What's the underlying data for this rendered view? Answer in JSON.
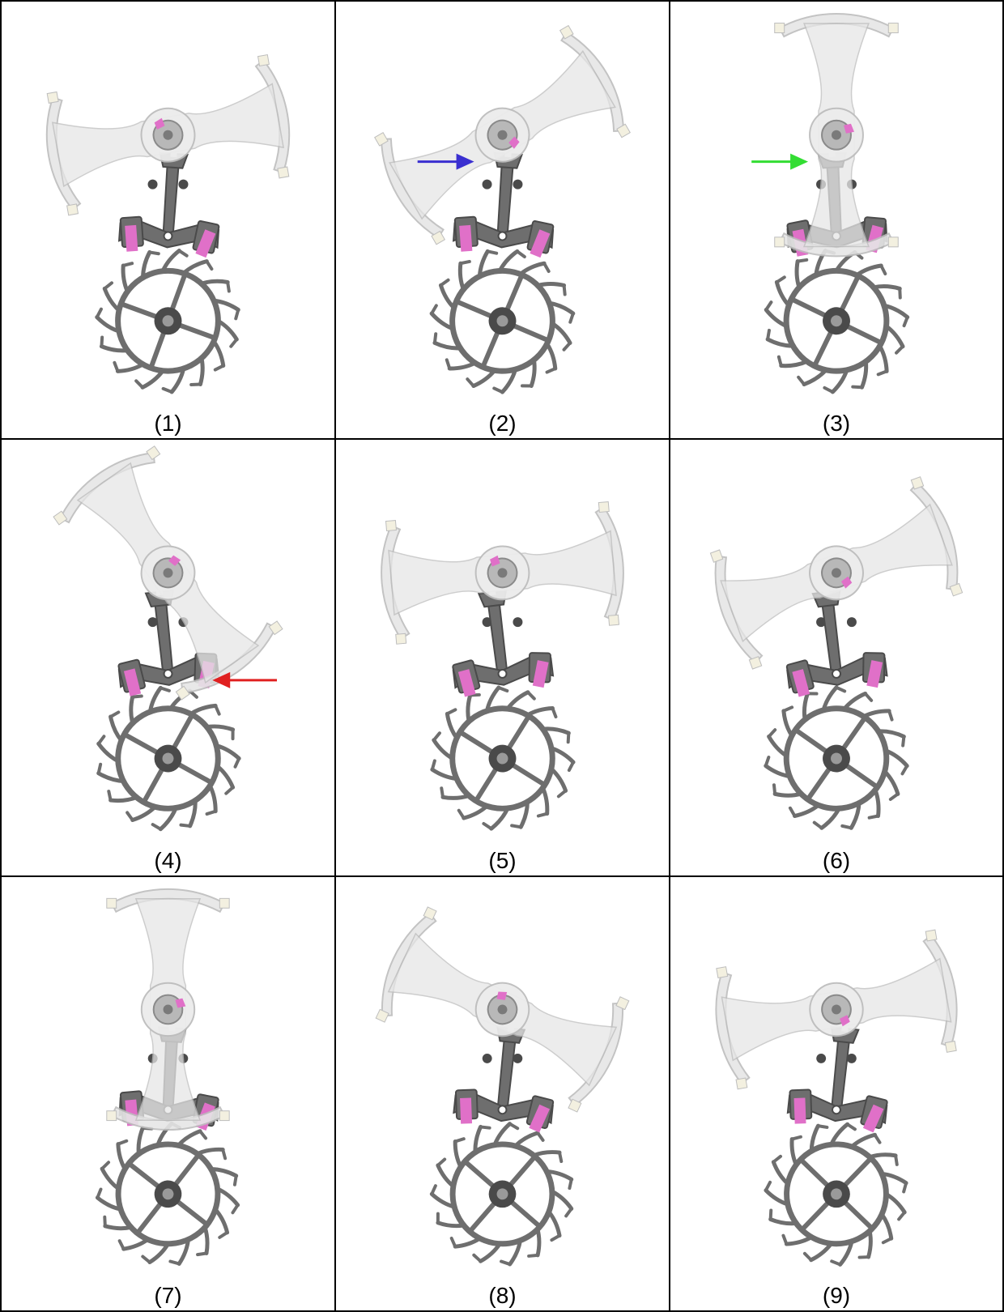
{
  "panels": [
    {
      "label": "(1)",
      "balance_angle": -10,
      "pallet_tilt": 4,
      "wheel_rot": 0,
      "arrow": null
    },
    {
      "label": "(2)",
      "balance_angle": 150,
      "pallet_tilt": 4,
      "wheel_rot": 3,
      "arrow": {
        "color": "#3a2fd0",
        "direction": "right"
      }
    },
    {
      "label": "(3)",
      "balance_angle": 90,
      "pallet_tilt": -3,
      "wheel_rot": 6,
      "arrow": {
        "color": "#33dd33",
        "direction": "right"
      }
    },
    {
      "label": "(4)",
      "balance_angle": 55,
      "pallet_tilt": -6,
      "wheel_rot": 9,
      "arrow": {
        "color": "#e02020",
        "direction": "left"
      }
    },
    {
      "label": "(5)",
      "balance_angle": -5,
      "pallet_tilt": -7,
      "wheel_rot": 12,
      "arrow": null
    },
    {
      "label": "(6)",
      "balance_angle": 160,
      "pallet_tilt": -7,
      "wheel_rot": 15,
      "arrow": null
    },
    {
      "label": "(7)",
      "balance_angle": 90,
      "pallet_tilt": 3,
      "wheel_rot": 18,
      "arrow": null
    },
    {
      "label": "(8)",
      "balance_angle": 25,
      "pallet_tilt": 6,
      "wheel_rot": 21,
      "arrow": null
    },
    {
      "label": "(9)",
      "balance_angle": 170,
      "pallet_tilt": 6,
      "wheel_rot": 24,
      "arrow": null
    }
  ],
  "colors": {
    "metal": "#6e6e6e",
    "metal_dark": "#4a4a4a",
    "jewel": "#e070c8",
    "balance_fill": "#e6e6e6",
    "balance_stroke": "#bdbdbd",
    "border": "#000000"
  }
}
